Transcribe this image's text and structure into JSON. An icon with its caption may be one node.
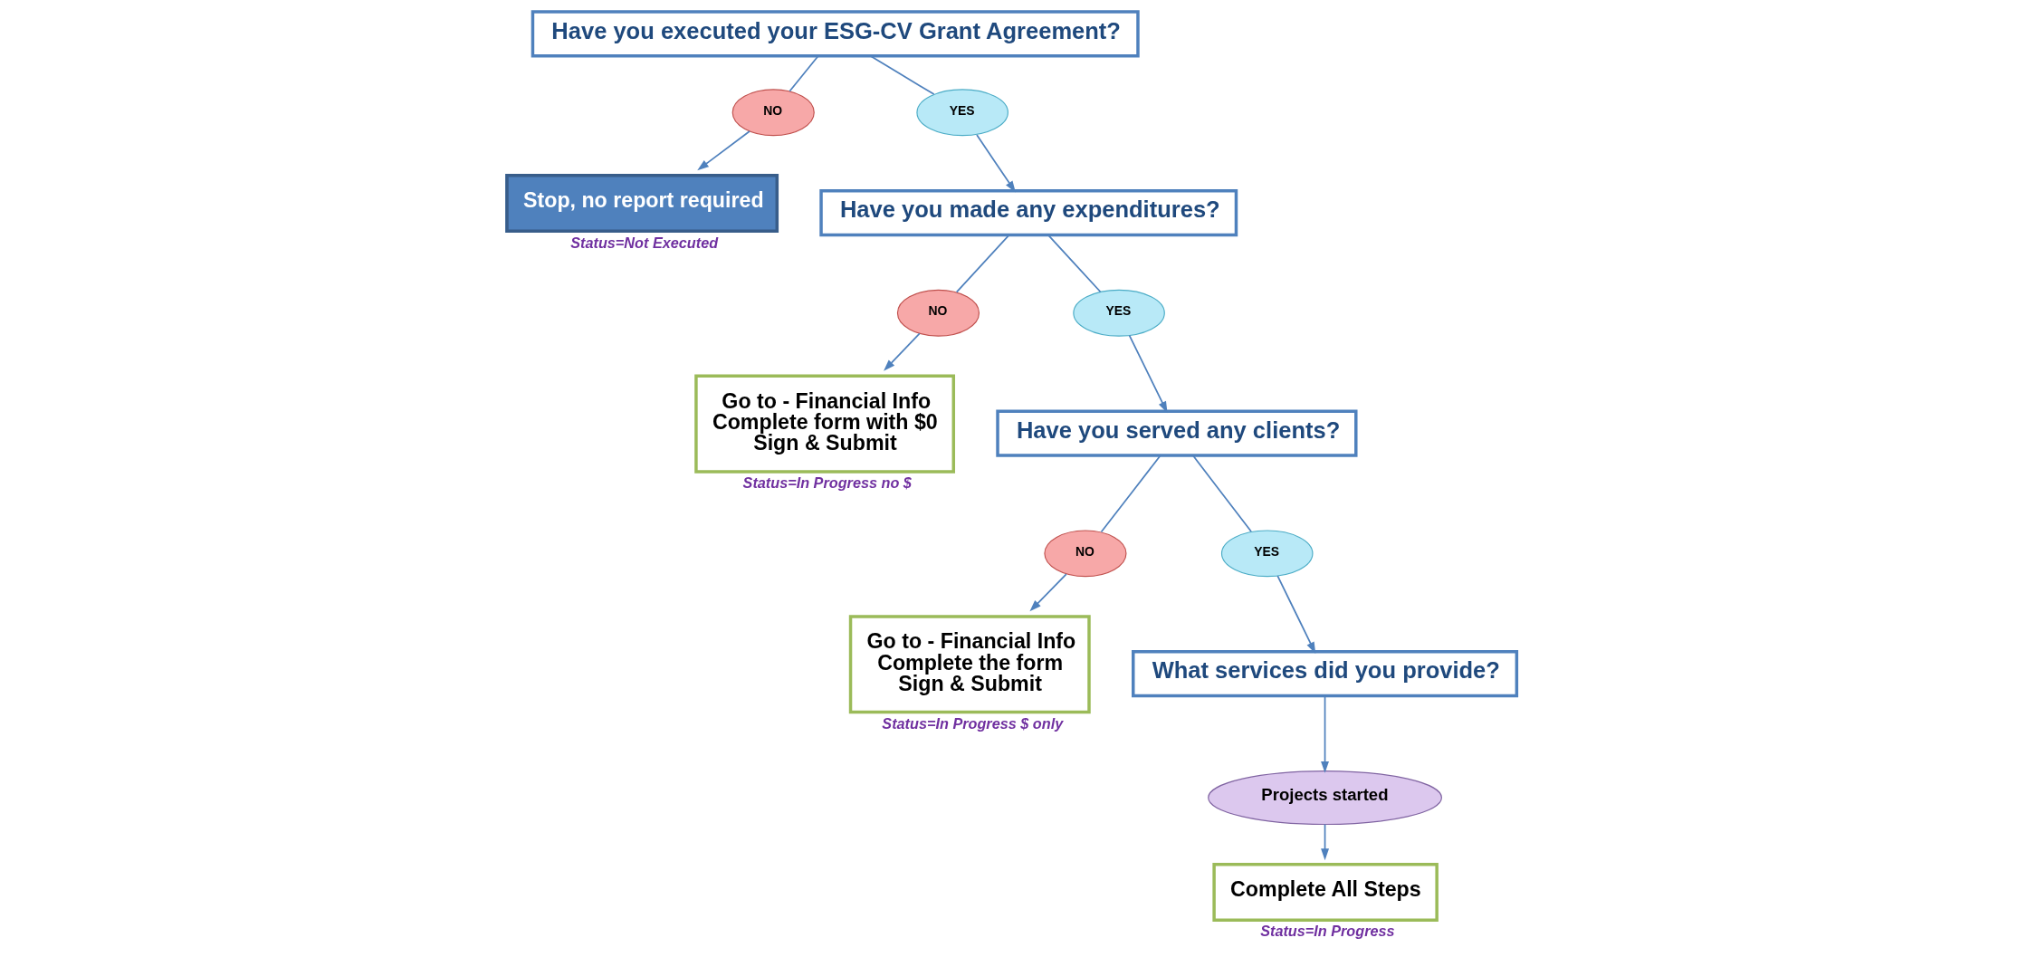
{
  "diagram": {
    "nodes": [
      {
        "text": [
          "Have you executed your ESG-CV Grant Agreement?"
        ]
      },
      {
        "text": [
          "NO"
        ]
      },
      {
        "text": [
          "YES"
        ]
      },
      {
        "text": [
          "Stop, no report required"
        ],
        "beside": [
          "Status=Not Executed"
        ]
      },
      {
        "text": [
          "Have you made any expenditures?"
        ]
      },
      {
        "text": [
          "NO"
        ]
      },
      {
        "text": [
          "YES"
        ]
      },
      {
        "text": [
          "Go to - Financial Info",
          "Complete form with $0",
          "Sign & Submit"
        ],
        "beside": [
          "Status=In Progress no $"
        ]
      },
      {
        "text": [
          "Have you served any clients?"
        ]
      },
      {
        "text": [
          "NO"
        ]
      },
      {
        "text": [
          "YES"
        ]
      },
      {
        "text": [
          "Go to - Financial Info",
          "Complete the form",
          "Sign & Submit"
        ],
        "beside": [
          "Status=In Progress $ only"
        ]
      },
      {
        "text": [
          "What services did you provide?"
        ]
      },
      {
        "text": [
          "Projects started"
        ]
      },
      {
        "text": [
          "Complete All Steps"
        ],
        "beside": [
          "Status=In Progress"
        ]
      }
    ],
    "edges": [
      {
        "from": 0,
        "to": 1,
        "arrow": "none"
      },
      {
        "from": 0,
        "to": 2,
        "arrow": "none"
      },
      {
        "from": 1,
        "to": 3,
        "arrow": "to"
      },
      {
        "from": 2,
        "to": 4,
        "arrow": "to"
      },
      {
        "from": 4,
        "to": 5,
        "arrow": "none"
      },
      {
        "from": 4,
        "to": 6,
        "arrow": "none"
      },
      {
        "from": 5,
        "to": 7,
        "arrow": "to"
      },
      {
        "from": 6,
        "to": 8,
        "arrow": "to"
      },
      {
        "from": 8,
        "to": 9,
        "arrow": "none"
      },
      {
        "from": 8,
        "to": 10,
        "arrow": "none"
      },
      {
        "from": 9,
        "to": 11,
        "arrow": "to"
      },
      {
        "from": 10,
        "to": 12,
        "arrow": "to"
      },
      {
        "from": 12,
        "to": 13,
        "arrow": "to"
      },
      {
        "from": 13,
        "to": 14,
        "arrow": "to"
      }
    ]
  }
}
